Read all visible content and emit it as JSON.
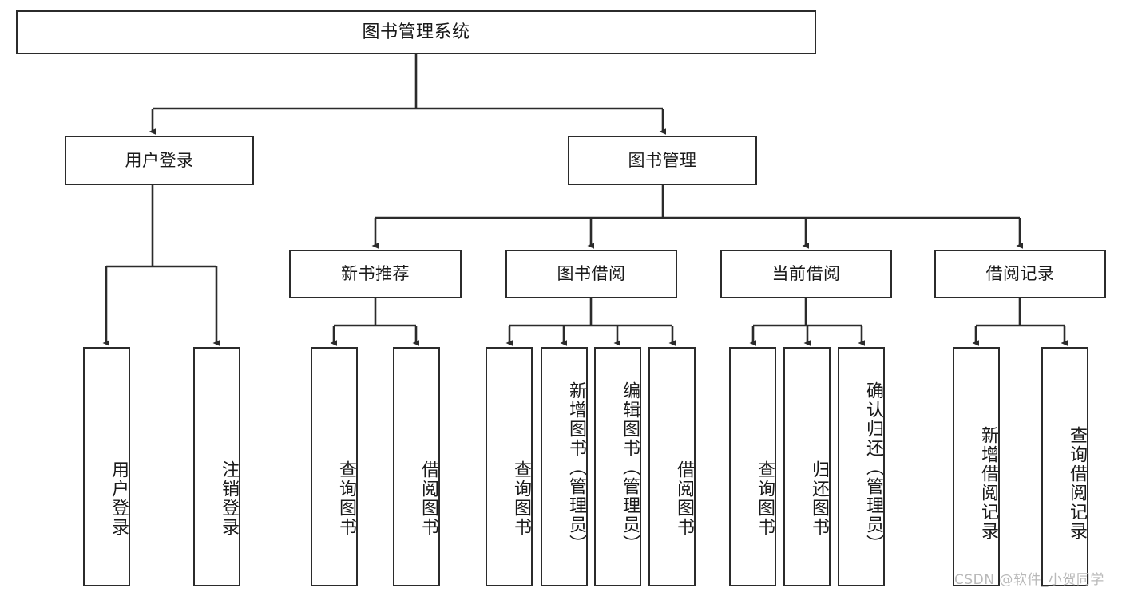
{
  "diagram": {
    "title": "图书管理系统",
    "type": "tree-hierarchy",
    "root": {
      "label": "图书管理系统"
    },
    "level2": [
      {
        "label": "用户登录"
      },
      {
        "label": "图书管理"
      }
    ],
    "level3": [
      {
        "label": "新书推荐"
      },
      {
        "label": "图书借阅"
      },
      {
        "label": "当前借阅"
      },
      {
        "label": "借阅记录"
      }
    ],
    "leaves": {
      "user_login": [
        {
          "label": "用户登录"
        },
        {
          "label": "注销登录"
        }
      ],
      "new_book_recommend": [
        {
          "label": "查询图书"
        },
        {
          "label": "借阅图书"
        }
      ],
      "book_borrow": [
        {
          "label": "查询图书"
        },
        {
          "label": "新增图书（管理员）"
        },
        {
          "label": "编辑图书（管理员）"
        },
        {
          "label": "借阅图书"
        }
      ],
      "current_borrow": [
        {
          "label": "查询图书"
        },
        {
          "label": "归还图书"
        },
        {
          "label": "确认归还（管理员）"
        }
      ],
      "borrow_record": [
        {
          "label": "新增借阅记录"
        },
        {
          "label": "查询借阅记录"
        }
      ]
    }
  },
  "watermark": {
    "text": "CSDN @软件_小贺同学"
  },
  "colors": {
    "stroke": "#2b2b2b",
    "box_fill": "#ffffff",
    "text": "#1a1a1a",
    "watermark": "#b9b9b9",
    "background": "#ffffff"
  }
}
